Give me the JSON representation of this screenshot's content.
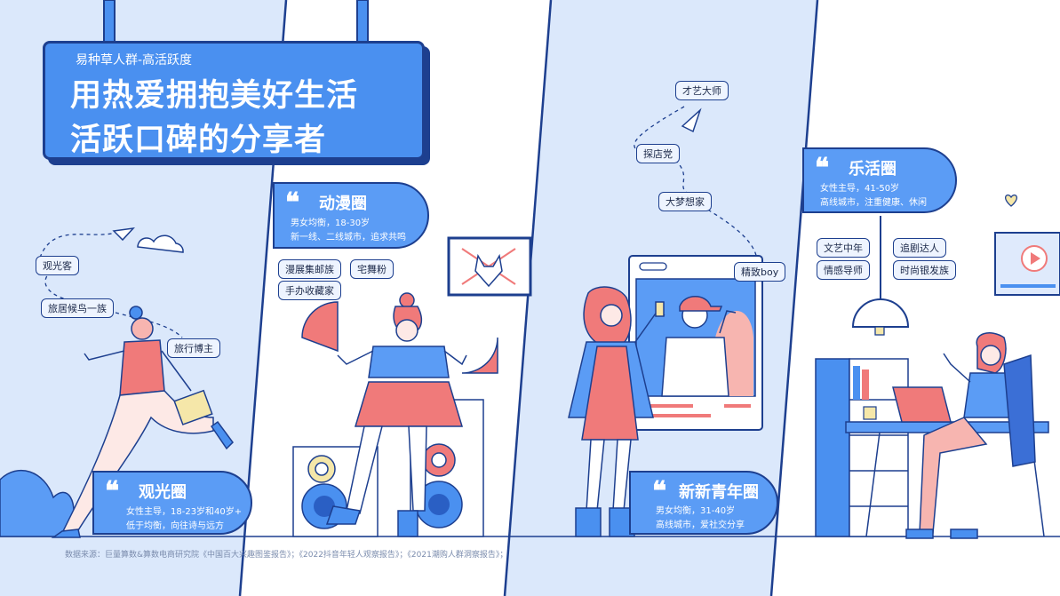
{
  "header": {
    "subtitle": "易种草人群-高活跃度",
    "title_line1": "用热爱拥抱美好生活",
    "title_line2": "活跃口碑的分享者"
  },
  "circles": [
    {
      "name": "观光圈",
      "desc1": "女性主导，18-23岁和40岁+",
      "desc2": "低于均衡，向往诗与远方",
      "tags": [
        "观光客",
        "旅居候鸟一族",
        "旅行博主"
      ]
    },
    {
      "name": "动漫圈",
      "desc1": "男女均衡，18-30岁",
      "desc2": "新一线、二线城市，追求共鸣",
      "tags": [
        "漫展集邮族",
        "宅舞粉",
        "手办收藏家"
      ]
    },
    {
      "name": "新新青年圈",
      "desc1": "男女均衡，31-40岁",
      "desc2": "高线城市，爱社交分享",
      "tags": [
        "才艺大师",
        "探店党",
        "大梦想家",
        "精致boy"
      ]
    },
    {
      "name": "乐活圈",
      "desc1": "女性主导，41-50岁",
      "desc2": "高线城市，注重健康、休闲",
      "tags": [
        "文艺中年",
        "追剧达人",
        "情感导师",
        "时尚银发族"
      ]
    }
  ],
  "quote_mark": "❝",
  "footer": {
    "source": "数据来源：巨量算数&算数电商研究院《中国百大兴趣图鉴报告》；《2022抖音年轻人观察报告》；《2021潮购人群洞察报告》；"
  },
  "colors": {
    "navy": "#1d3f8f",
    "blue": "#4a90f0",
    "light_blue": "#dfeafc",
    "coral": "#f07a7a",
    "pink": "#f7b5b0"
  },
  "icons": [
    "paper-plane-icon",
    "cloud-icon",
    "play-icon",
    "heart-icon",
    "fox-mask-icon"
  ]
}
